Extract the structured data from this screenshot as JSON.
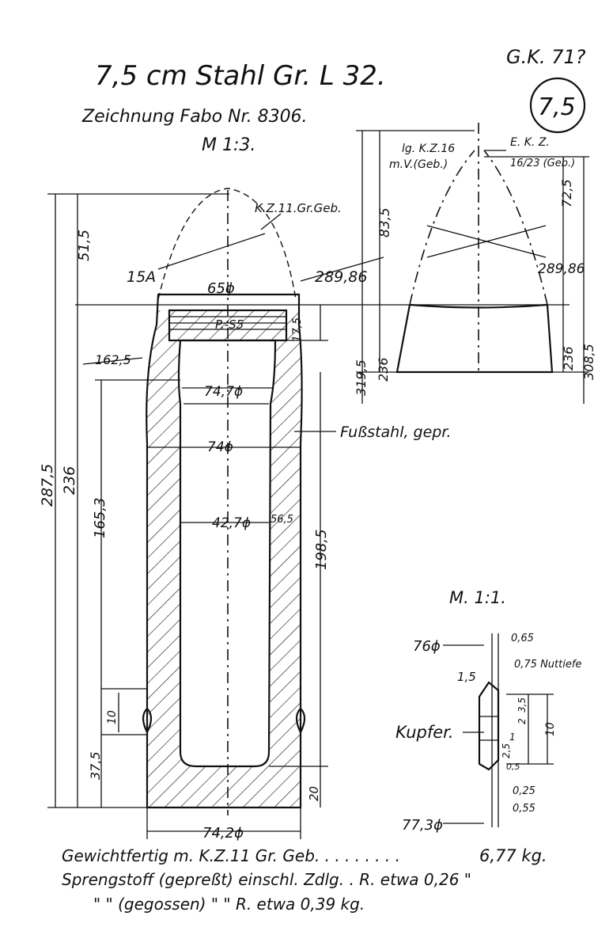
{
  "title": "7,5 cm Stahl Gr. L 32.",
  "drawing_no": "Zeichnung Fabo Nr. 8306.",
  "scale_main": "M 1:3.",
  "scale_detail": "M. 1:1.",
  "corner_ref": "G.K. 71?",
  "circle_label": "7,5",
  "main_labels": {
    "kz": "K.Z.11.Gr.Geb.",
    "r15": "15A",
    "d65": "65ϕ",
    "r289": "289,86",
    "p55": "P.-S5",
    "d747": "74,7ϕ",
    "d74": "74ϕ",
    "d427": "42,7ϕ",
    "d565": "56,5",
    "d742": "74,2ϕ",
    "fuss": "Fußstahl, gepr.",
    "l515": "51,5",
    "l2875": "287,5",
    "l236": "236",
    "l1625": "162,5",
    "l1653": "165,3",
    "l175": "17,5",
    "l1985": "198,5",
    "l10": "10",
    "l375": "37,5",
    "l20": "20"
  },
  "right_labels": {
    "lgkz": "lg. K.Z.16",
    "mv": "m.V.(Geb.)",
    "ekz": "E. K. Z.",
    "ekz2": "16/23 (Geb.)",
    "l725": "72,5",
    "l835": "83,5",
    "r289a": "289,86",
    "l3195": "319,5",
    "l236a": "236",
    "l236b": "236",
    "l3085": "308,5"
  },
  "detail_labels": {
    "d76": "76ϕ",
    "v065": "0,65",
    "v075": "0,75 Nuttiefe",
    "v15": "1,5",
    "kupfer": "Kupfer.",
    "v35": "3,5",
    "v2": "2",
    "v10": "10",
    "v1": "1",
    "v25": "2,5",
    "v05": "0,5",
    "v025": "0,25",
    "v055": "0,55",
    "d773": "77,3ϕ"
  },
  "footer": [
    {
      "label": "Gewichtfertig m. K.Z.11 Gr. Geb. . . . . . . . .",
      "value": "6,77 kg."
    },
    {
      "label": "Sprengstoff (gepreßt) einschl. Zdlg. . R. etwa 0,26 \"",
      "value": ""
    },
    {
      "label": "\"   \" (gegossen)   \"   \"   R. etwa 0,39 kg.",
      "value": ""
    }
  ]
}
